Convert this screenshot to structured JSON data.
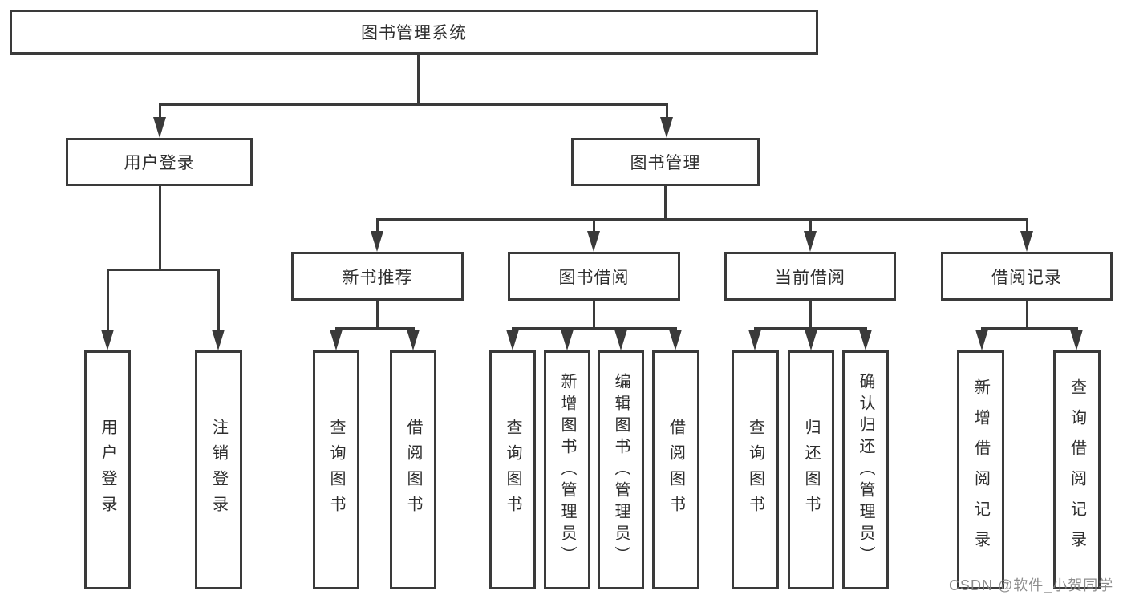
{
  "diagram": {
    "title": "图书管理系统",
    "root": {
      "label": "图书管理系统"
    },
    "level2": {
      "user_login": {
        "label": "用户登录"
      },
      "book_management": {
        "label": "图书管理"
      }
    },
    "level3": {
      "new_book_recommend": {
        "label": "新书推荐"
      },
      "book_borrowing": {
        "label": "图书借阅"
      },
      "current_borrowing": {
        "label": "当前借阅"
      },
      "borrowing_records": {
        "label": "借阅记录"
      }
    },
    "leaves": {
      "login": [
        "用户登录",
        "注销登录"
      ],
      "recommend": [
        "查询图书",
        "借阅图书"
      ],
      "borrow": [
        "查询图书",
        "新增图书（管理员）",
        "编辑图书（管理员）",
        "借阅图书"
      ],
      "current": [
        "查询图书",
        "归还图书",
        "确认归还（管理员）"
      ],
      "records": [
        "新增借阅记录",
        "查询借阅记录"
      ]
    },
    "colors": {
      "line": "#3a3a3a",
      "text": "#2e2e2e",
      "background": "#ffffff"
    },
    "watermark": "CSDN @软件_小贺同学"
  }
}
